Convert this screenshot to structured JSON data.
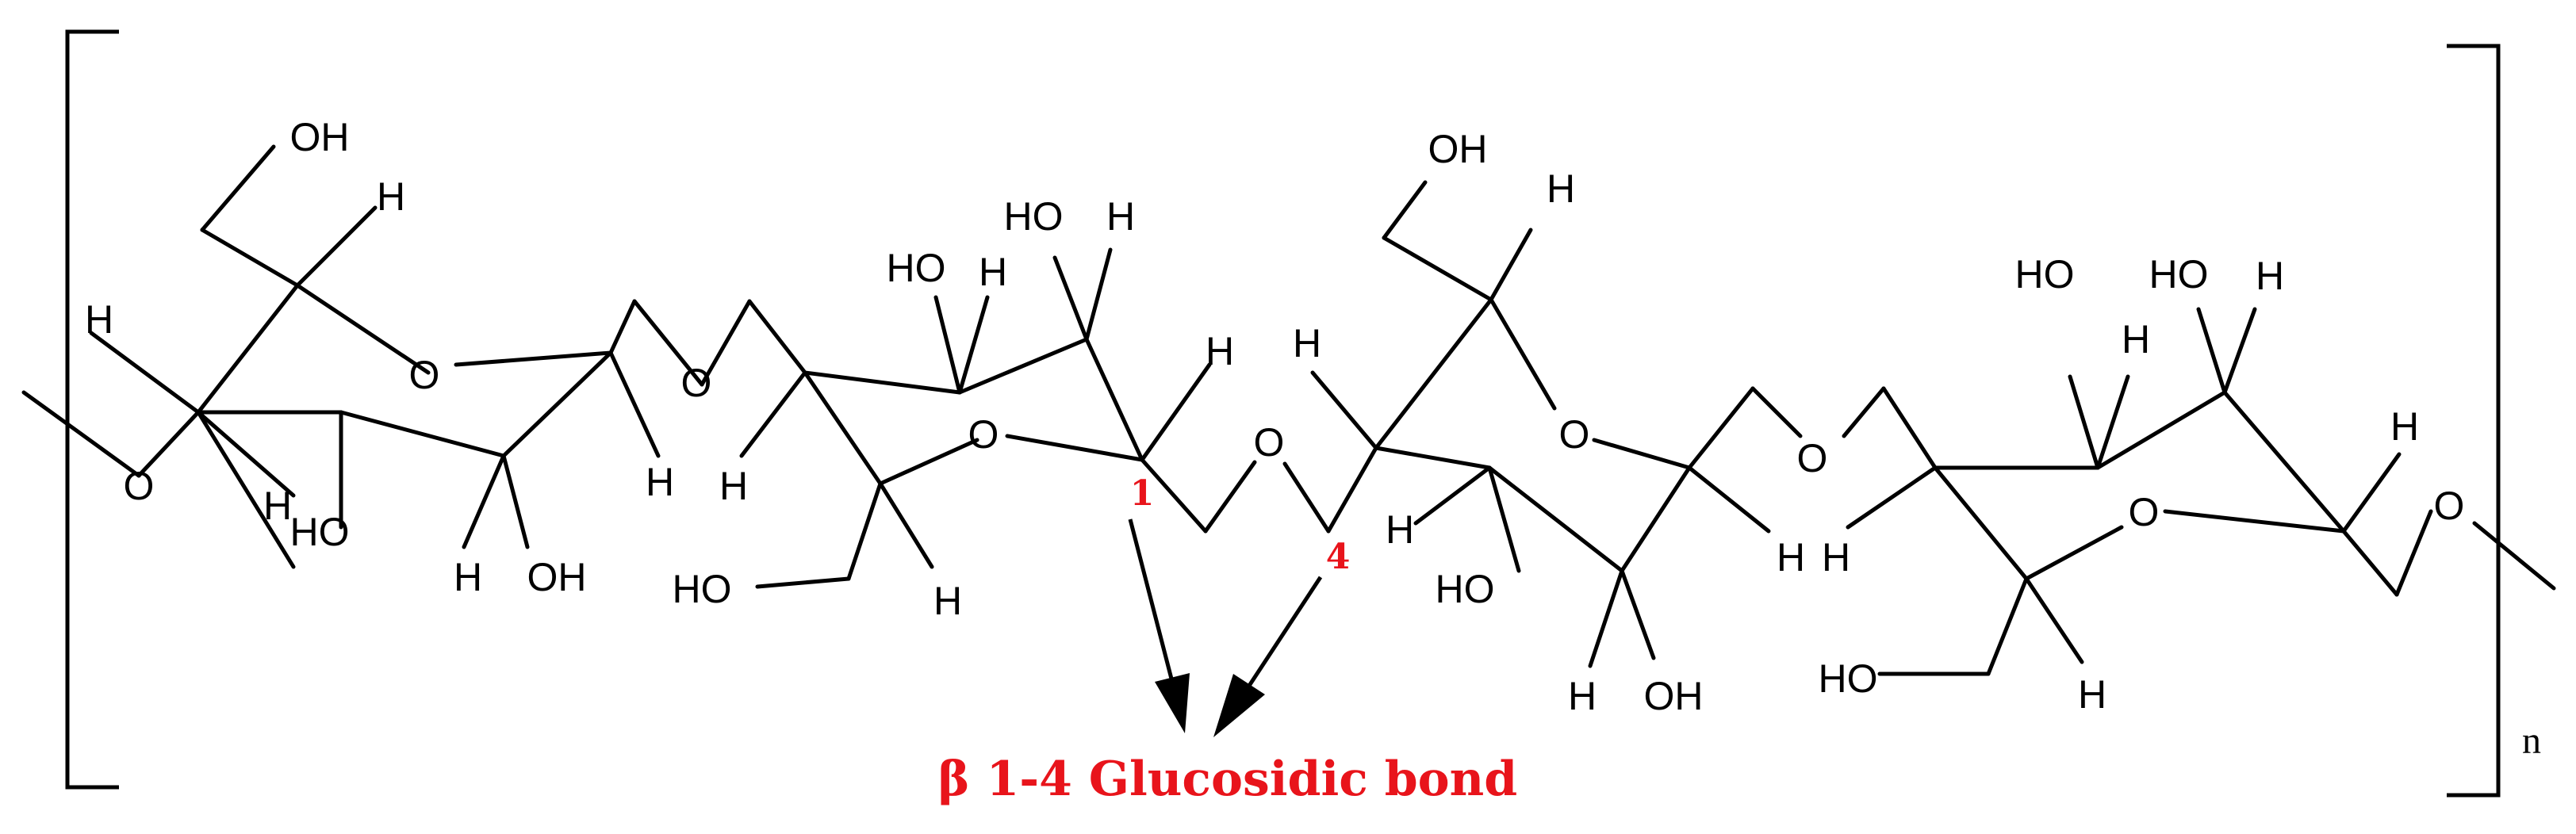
{
  "colors": {
    "bond": "#000000",
    "annotation": "#e8141b"
  },
  "labels": {
    "oh": "OH",
    "ho": "HO",
    "h": "H",
    "o": "O"
  },
  "annotation": {
    "carbon_1": "1",
    "carbon_4": "4",
    "caption": "β 1-4 Glucosidic bond"
  },
  "repeat_subscript": "n"
}
